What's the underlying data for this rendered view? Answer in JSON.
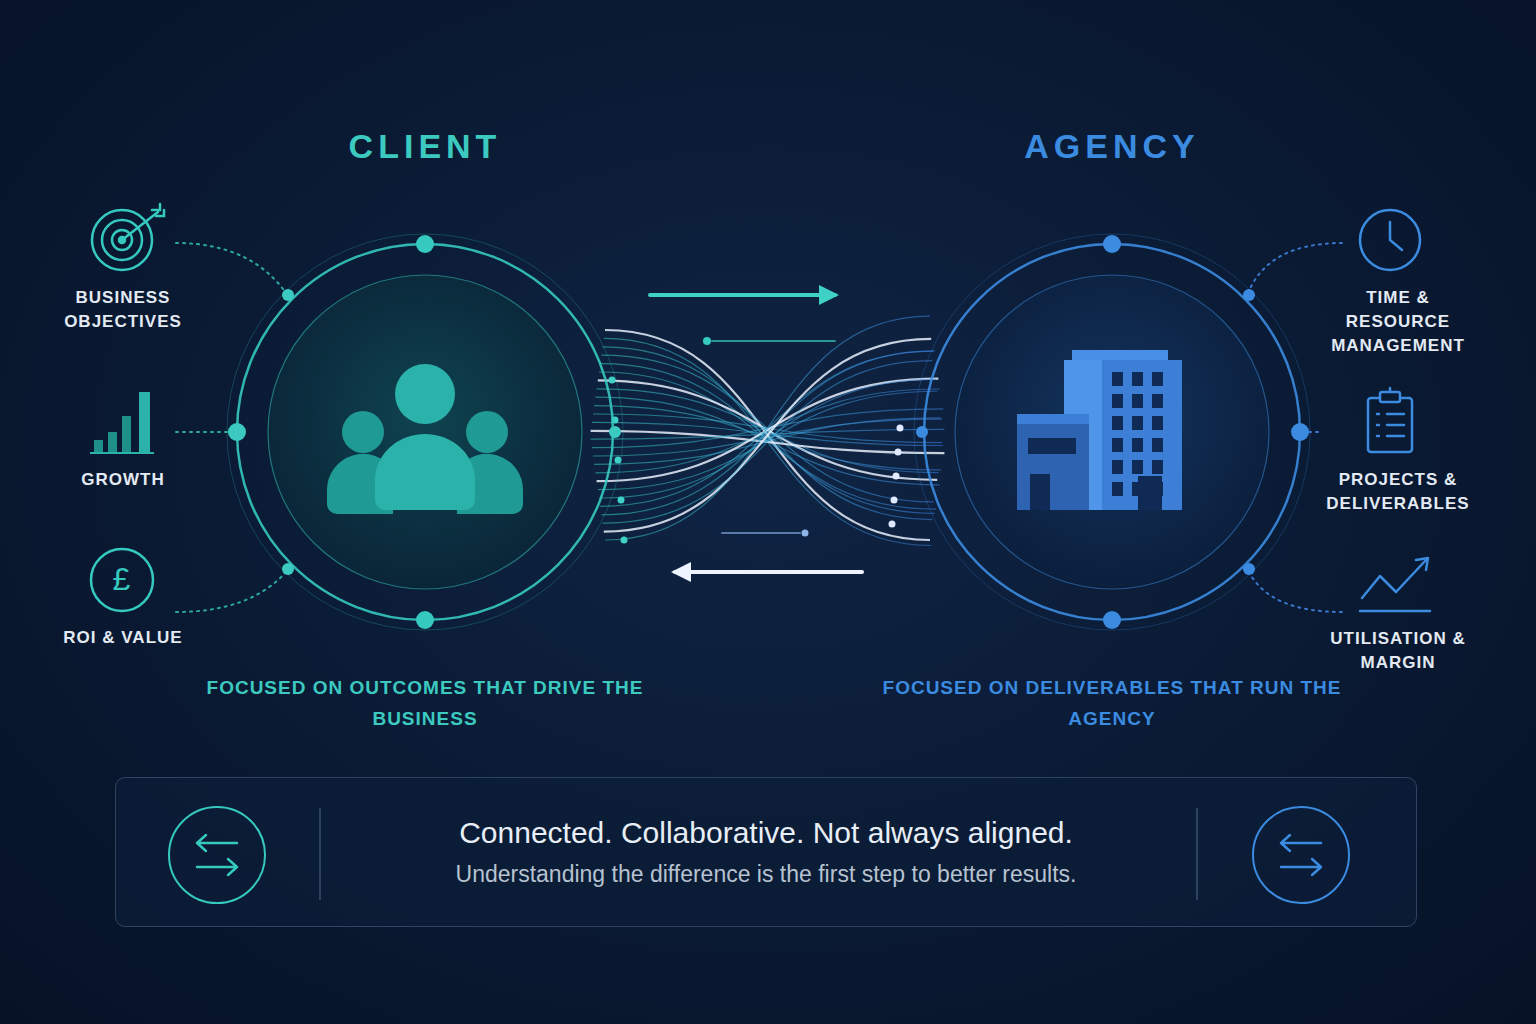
{
  "diagram": {
    "nodes": [
      {
        "text": [
          "CLIENT",
          "FOCUSED ON OUTCOMES THAT DRIVE THE BUSINESS"
        ]
      },
      {
        "text": [
          "AGENCY",
          "FOCUSED ON DELIVERABLES THAT RUN THE AGENCY"
        ]
      },
      {
        "text": [
          "Connected. Collaborative. Not always aligned.",
          "Understanding the difference is the first step to better results."
        ]
      }
    ],
    "edges": [
      {
        "from": 0,
        "to": 1,
        "arrow": "to"
      },
      {
        "from": 1,
        "to": 0,
        "arrow": "to"
      }
    ],
    "labels": [
      "BUSINESS OBJECTIVES",
      "GROWTH",
      "£",
      "ROI & VALUE",
      "TIME & RESOURCE MANAGEMENT",
      "PROJECTS & DELIVERABLES",
      "UTILISATION & MARGIN"
    ]
  }
}
